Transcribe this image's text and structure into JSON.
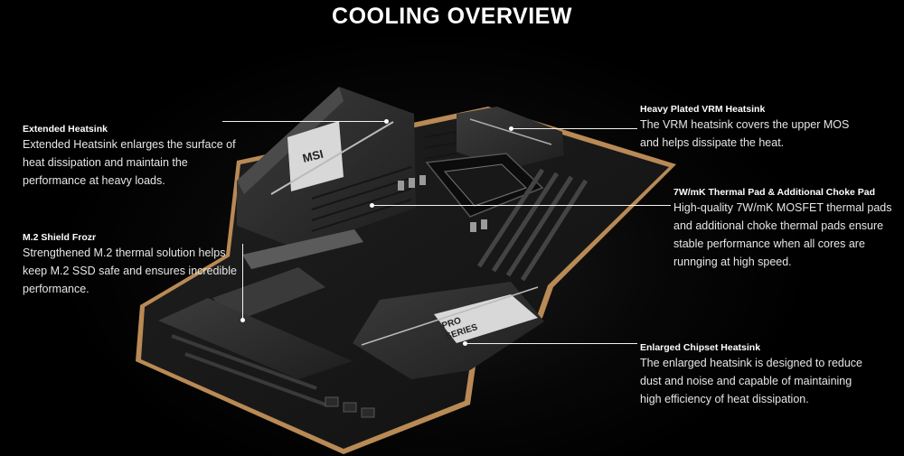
{
  "title": "COOLING OVERVIEW",
  "board": {
    "logo": "MSI",
    "badge_line1": "PRO",
    "badge_line2": "SERIES"
  },
  "callouts": {
    "extended": {
      "title": "Extended Heatsink",
      "lines": [
        "Extended Heatsink enlarges the surface of",
        "heat dissipation and maintain the",
        "performance at heavy loads."
      ]
    },
    "m2": {
      "title": "M.2 Shield Frozr",
      "lines": [
        "Strengthened M.2 thermal solution helps",
        "keep M.2 SSD safe and ensures incredible",
        "performance."
      ]
    },
    "vrm": {
      "title": "Heavy Plated VRM Heatsink",
      "lines": [
        "The VRM heatsink covers the upper MOS",
        "and helps dissipate the heat."
      ]
    },
    "thermal": {
      "title": "7W/mK Thermal Pad & Additional Choke Pad",
      "lines": [
        "High-quality 7W/mK MOSFET thermal pads",
        "and additional choke thermal pads ensure",
        "stable performance when all cores are",
        "runnging at high speed."
      ]
    },
    "chipset": {
      "title": "Enlarged Chipset Heatsink",
      "lines": [
        "The enlarged heatsink is designed to reduce",
        "dust and noise and capable of maintaining",
        "high efficiency of heat dissipation."
      ]
    }
  },
  "colors": {
    "background": "#000000",
    "text": "#ffffff",
    "board": "#1c1c1c",
    "heatsink": "#2e2e2e",
    "accent": "#c9c9c9"
  }
}
